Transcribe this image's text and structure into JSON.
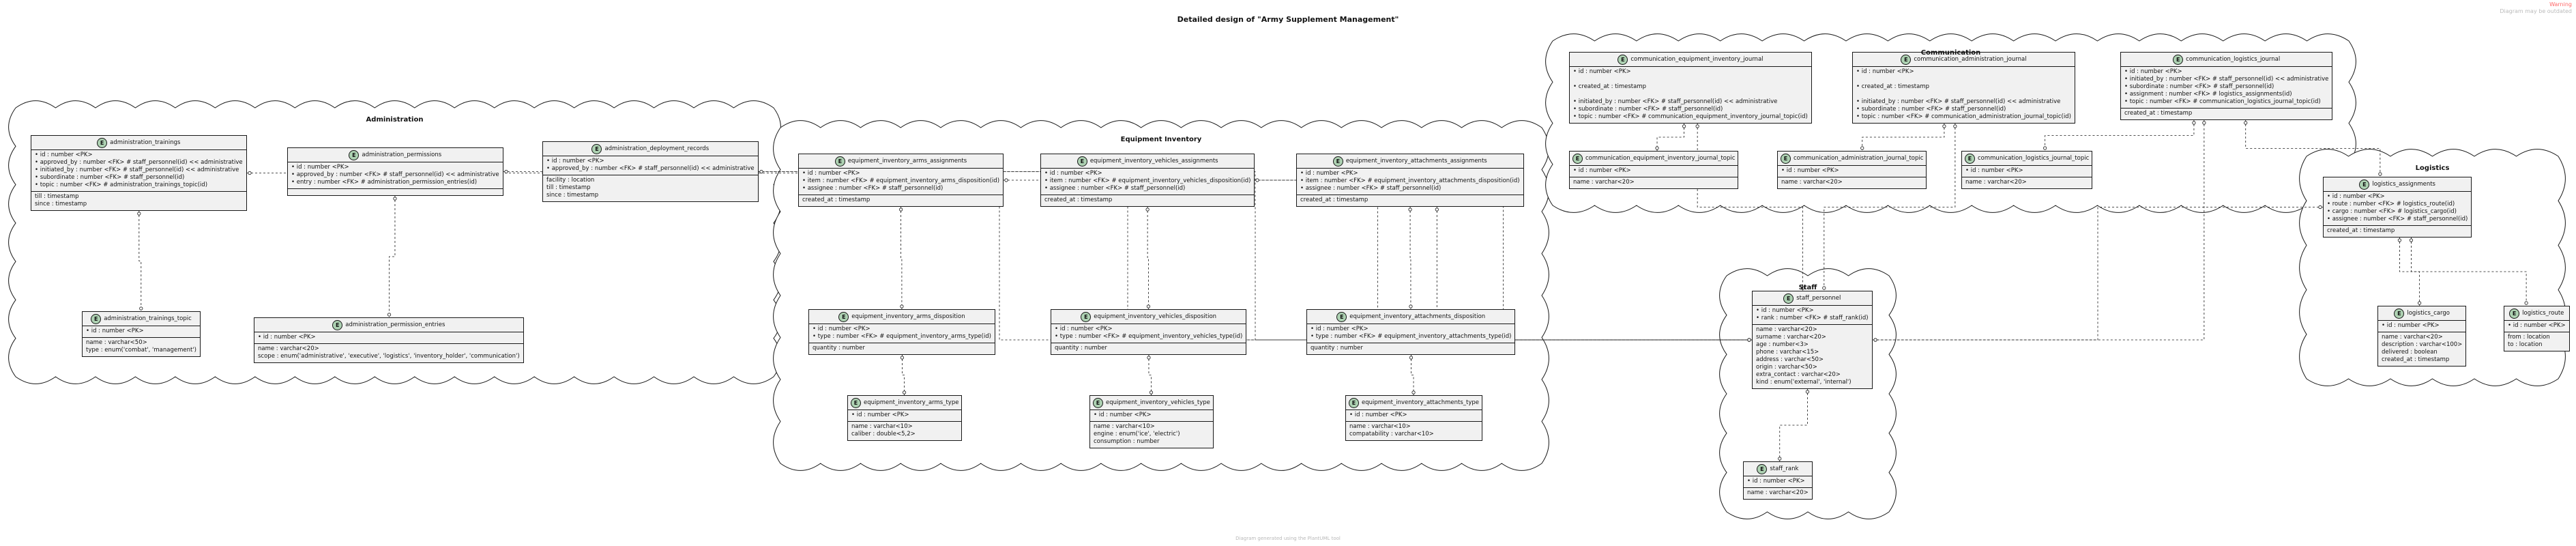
{
  "title": "Detailed design of \"Army Supplement Management\"",
  "watermark": {
    "line1": "Warning",
    "line2": "Diagram may be outdated"
  },
  "footer": "Diagram generated using the PlantUML tool",
  "groups": [
    {
      "id": "administration",
      "label": "Administration"
    },
    {
      "id": "equipment_inventory",
      "label": "Equipment Inventory"
    },
    {
      "id": "communication",
      "label": "Communication"
    },
    {
      "id": "staff",
      "label": "Staff"
    },
    {
      "id": "logistics",
      "label": "Logistics"
    }
  ],
  "entities": [
    {
      "id": "administration_trainings",
      "group": "administration",
      "badge": "E",
      "name": "administration_trainings",
      "sections": [
        [
          "id : number <PK>",
          "approved_by : number <FK> # staff_personnel(id) << administrative",
          "initiated_by : number <FK> # staff_personnel(id) << administrative",
          "subordinate : number <FK> # staff_personnel(id)",
          "topic : number <FK> # administration_trainings_topic(id)"
        ],
        [
          "till : timestamp",
          "since : timestamp"
        ]
      ]
    },
    {
      "id": "administration_permissions",
      "group": "administration",
      "badge": "E",
      "name": "administration_permissions",
      "sections": [
        [
          "id : number <PK>",
          "approved_by : number <FK> # staff_personnel(id) << administrative",
          "entry : number <FK> # administration_permission_entries(id)"
        ],
        []
      ]
    },
    {
      "id": "administration_deployment_records",
      "group": "administration",
      "badge": "E",
      "name": "administration_deployment_records",
      "sections": [
        [
          "id : number <PK>",
          "approved_by : number <FK> # staff_personnel(id) << administrative"
        ],
        [
          "facility : location",
          "till : timestamp",
          "since : timestamp"
        ]
      ]
    },
    {
      "id": "administration_trainings_topic",
      "group": "administration",
      "badge": "E",
      "name": "administration_trainings_topic",
      "sections": [
        [
          "id : number <PK>"
        ],
        [
          "name : varchar<50>",
          "type : enum('combat', 'management')"
        ]
      ]
    },
    {
      "id": "administration_permission_entries",
      "group": "administration",
      "badge": "E",
      "name": "administration_permission_entries",
      "sections": [
        [
          "id : number <PK>"
        ],
        [
          "name : varchar<20>",
          "scope : enum('administrative', 'executive', 'logistics', 'inventory_holder', 'communication')"
        ]
      ]
    },
    {
      "id": "equipment_inventory_arms_assignments",
      "group": "equipment_inventory",
      "badge": "E",
      "name": "equipment_inventory_arms_assignments",
      "sections": [
        [
          "id : number <PK>",
          "item : number <FK> # equipment_inventory_arms_disposition(id)",
          "assignee : number <FK> # staff_personnel(id)"
        ],
        [
          "created_at : timestamp"
        ]
      ]
    },
    {
      "id": "equipment_inventory_vehicles_assignments",
      "group": "equipment_inventory",
      "badge": "E",
      "name": "equipment_inventory_vehicles_assignments",
      "sections": [
        [
          "id : number <PK>",
          "item : number <FK> # equipment_inventory_vehicles_disposition(id)",
          "assignee : number <FK> # staff_personnel(id)"
        ],
        [
          "created_at : timestamp"
        ]
      ]
    },
    {
      "id": "equipment_inventory_attachments_assignments",
      "group": "equipment_inventory",
      "badge": "E",
      "name": "equipment_inventory_attachments_assignments",
      "sections": [
        [
          "id : number <PK>",
          "item : number <FK> # equipment_inventory_attachments_disposition(id)",
          "assignee : number <FK> # staff_personnel(id)"
        ],
        [
          "created_at : timestamp"
        ]
      ]
    },
    {
      "id": "equipment_inventory_arms_disposition",
      "group": "equipment_inventory",
      "badge": "E",
      "name": "equipment_inventory_arms_disposition",
      "sections": [
        [
          "id : number <PK>",
          "type : number <FK> # equipment_inventory_arms_type(id)"
        ],
        [
          "quantity : number"
        ]
      ]
    },
    {
      "id": "equipment_inventory_vehicles_disposition",
      "group": "equipment_inventory",
      "badge": "E",
      "name": "equipment_inventory_vehicles_disposition",
      "sections": [
        [
          "id : number <PK>",
          "type : number <FK> # equipment_inventory_vehicles_type(id)"
        ],
        [
          "quantity : number"
        ]
      ]
    },
    {
      "id": "equipment_inventory_attachments_disposition",
      "group": "equipment_inventory",
      "badge": "E",
      "name": "equipment_inventory_attachments_disposition",
      "sections": [
        [
          "id : number <PK>",
          "type : number <FK> # equipment_inventory_attachments_type(id)"
        ],
        [
          "quantity : number"
        ]
      ]
    },
    {
      "id": "equipment_inventory_arms_type",
      "group": "equipment_inventory",
      "badge": "E",
      "name": "equipment_inventory_arms_type",
      "sections": [
        [
          "id : number <PK>"
        ],
        [
          "name : varchar<10>",
          "caliber : double<5,2>"
        ]
      ]
    },
    {
      "id": "equipment_inventory_vehicles_type",
      "group": "equipment_inventory",
      "badge": "E",
      "name": "equipment_inventory_vehicles_type",
      "sections": [
        [
          "id : number <PK>"
        ],
        [
          "name : varchar<10>",
          "engine : enum('ice', 'electric')",
          "consumption : number"
        ]
      ]
    },
    {
      "id": "equipment_inventory_attachments_type",
      "group": "equipment_inventory",
      "badge": "E",
      "name": "equipment_inventory_attachments_type",
      "sections": [
        [
          "id : number <PK>"
        ],
        [
          "name : varchar<10>",
          "compatability : varchar<10>"
        ]
      ]
    },
    {
      "id": "communication_equipment_inventory_journal",
      "group": "communication",
      "badge": "E",
      "name": "communication_equipment_inventory_journal",
      "sections": [
        [
          "id : number <PK>",
          "",
          "created_at : timestamp",
          "",
          "initiated_by : number <FK> # staff_personnel(id) << administrative",
          "subordinate : number <FK> # staff_personnel(id)",
          "topic : number <FK> # communication_equipment_inventory_journal_topic(id)"
        ]
      ]
    },
    {
      "id": "communication_administration_journal",
      "group": "communication",
      "badge": "E",
      "name": "communication_administration_journal",
      "sections": [
        [
          "id : number <PK>",
          "",
          "created_at : timestamp",
          "",
          "initiated_by : number <FK> # staff_personnel(id) << administrative",
          "subordinate : number <FK> # staff_personnel(id)",
          "topic : number <FK> # communication_administration_journal_topic(id)"
        ]
      ]
    },
    {
      "id": "communication_logistics_journal",
      "group": "communication",
      "badge": "E",
      "name": "communication_logistics_journal",
      "sections": [
        [
          "id : number <PK>",
          "initiated_by : number <FK> # staff_personnel(id) << administrative",
          "subordinate : number <FK> # staff_personnel(id)",
          "assignment : number <FK> # logistics_assignments(id)",
          "topic : number <FK> # communication_logistics_journal_topic(id)"
        ],
        [
          "created_at : timestamp"
        ]
      ]
    },
    {
      "id": "communication_equipment_inventory_journal_topic",
      "group": "communication",
      "badge": "E",
      "name": "communication_equipment_inventory_journal_topic",
      "sections": [
        [
          "id : number <PK>"
        ],
        [
          "name : varchar<20>"
        ]
      ]
    },
    {
      "id": "communication_administration_journal_topic",
      "group": "communication",
      "badge": "E",
      "name": "communication_administration_journal_topic",
      "sections": [
        [
          "id : number <PK>"
        ],
        [
          "name : varchar<20>"
        ]
      ]
    },
    {
      "id": "communication_logistics_journal_topic",
      "group": "communication",
      "badge": "E",
      "name": "communication_logistics_journal_topic",
      "sections": [
        [
          "id : number <PK>"
        ],
        [
          "name : varchar<20>"
        ]
      ]
    },
    {
      "id": "staff_personnel",
      "group": "staff",
      "badge": "E",
      "name": "staff_personnel",
      "sections": [
        [
          "id : number <PK>",
          "rank : number <FK> # staff_rank(id)"
        ],
        [
          "name : varchar<20>",
          "surname : varchar<20>",
          "age : number<3>",
          "phone : varchar<15>",
          "address : varchar<50>",
          "origin : varchar<50>",
          "extra_contact : varchar<20>",
          "kind : enum('external', 'internal')"
        ]
      ]
    },
    {
      "id": "staff_rank",
      "group": "staff",
      "badge": "E",
      "name": "staff_rank",
      "sections": [
        [
          "id : number <PK>"
        ],
        [
          "name : varchar<20>"
        ]
      ]
    },
    {
      "id": "logistics_assignments",
      "group": "logistics",
      "badge": "E",
      "name": "logistics_assignments",
      "sections": [
        [
          "id : number <PK>",
          "route : number <FK> # logistics_route(id)",
          "cargo : number <FK> # logistics_cargo(id)",
          "assignee : number <FK> # staff_personnel(id)"
        ],
        [
          "created_at : timestamp"
        ]
      ]
    },
    {
      "id": "logistics_cargo",
      "group": "logistics",
      "badge": "E",
      "name": "logistics_cargo",
      "sections": [
        [
          "id : number <PK>"
        ],
        [
          "name : varchar<20>",
          "description : varchar<100>",
          "delivered : boolean",
          "created_at : timestamp"
        ]
      ]
    },
    {
      "id": "logistics_route",
      "group": "logistics",
      "badge": "E",
      "name": "logistics_route",
      "sections": [
        [
          "id : number <PK>"
        ],
        [
          "from : location",
          "to : location"
        ]
      ]
    }
  ],
  "relations": [
    [
      "administration_trainings",
      "administration_trainings_topic"
    ],
    [
      "administration_trainings",
      "staff_personnel"
    ],
    [
      "administration_permissions",
      "administration_permission_entries"
    ],
    [
      "administration_permissions",
      "staff_personnel"
    ],
    [
      "administration_deployment_records",
      "staff_personnel"
    ],
    [
      "equipment_inventory_arms_assignments",
      "equipment_inventory_arms_disposition"
    ],
    [
      "equipment_inventory_arms_assignments",
      "staff_personnel"
    ],
    [
      "equipment_inventory_vehicles_assignments",
      "equipment_inventory_vehicles_disposition"
    ],
    [
      "equipment_inventory_vehicles_assignments",
      "staff_personnel"
    ],
    [
      "equipment_inventory_attachments_assignments",
      "equipment_inventory_attachments_disposition"
    ],
    [
      "equipment_inventory_attachments_assignments",
      "staff_personnel"
    ],
    [
      "equipment_inventory_arms_disposition",
      "equipment_inventory_arms_type"
    ],
    [
      "equipment_inventory_vehicles_disposition",
      "equipment_inventory_vehicles_type"
    ],
    [
      "equipment_inventory_attachments_disposition",
      "equipment_inventory_attachments_type"
    ],
    [
      "communication_equipment_inventory_journal",
      "communication_equipment_inventory_journal_topic"
    ],
    [
      "communication_equipment_inventory_journal",
      "staff_personnel"
    ],
    [
      "communication_administration_journal",
      "communication_administration_journal_topic"
    ],
    [
      "communication_administration_journal",
      "staff_personnel"
    ],
    [
      "communication_logistics_journal",
      "communication_logistics_journal_topic"
    ],
    [
      "communication_logistics_journal",
      "staff_personnel"
    ],
    [
      "communication_logistics_journal",
      "logistics_assignments"
    ],
    [
      "staff_personnel",
      "staff_rank"
    ],
    [
      "logistics_assignments",
      "logistics_cargo"
    ],
    [
      "logistics_assignments",
      "logistics_route"
    ],
    [
      "logistics_assignments",
      "staff_personnel"
    ]
  ]
}
